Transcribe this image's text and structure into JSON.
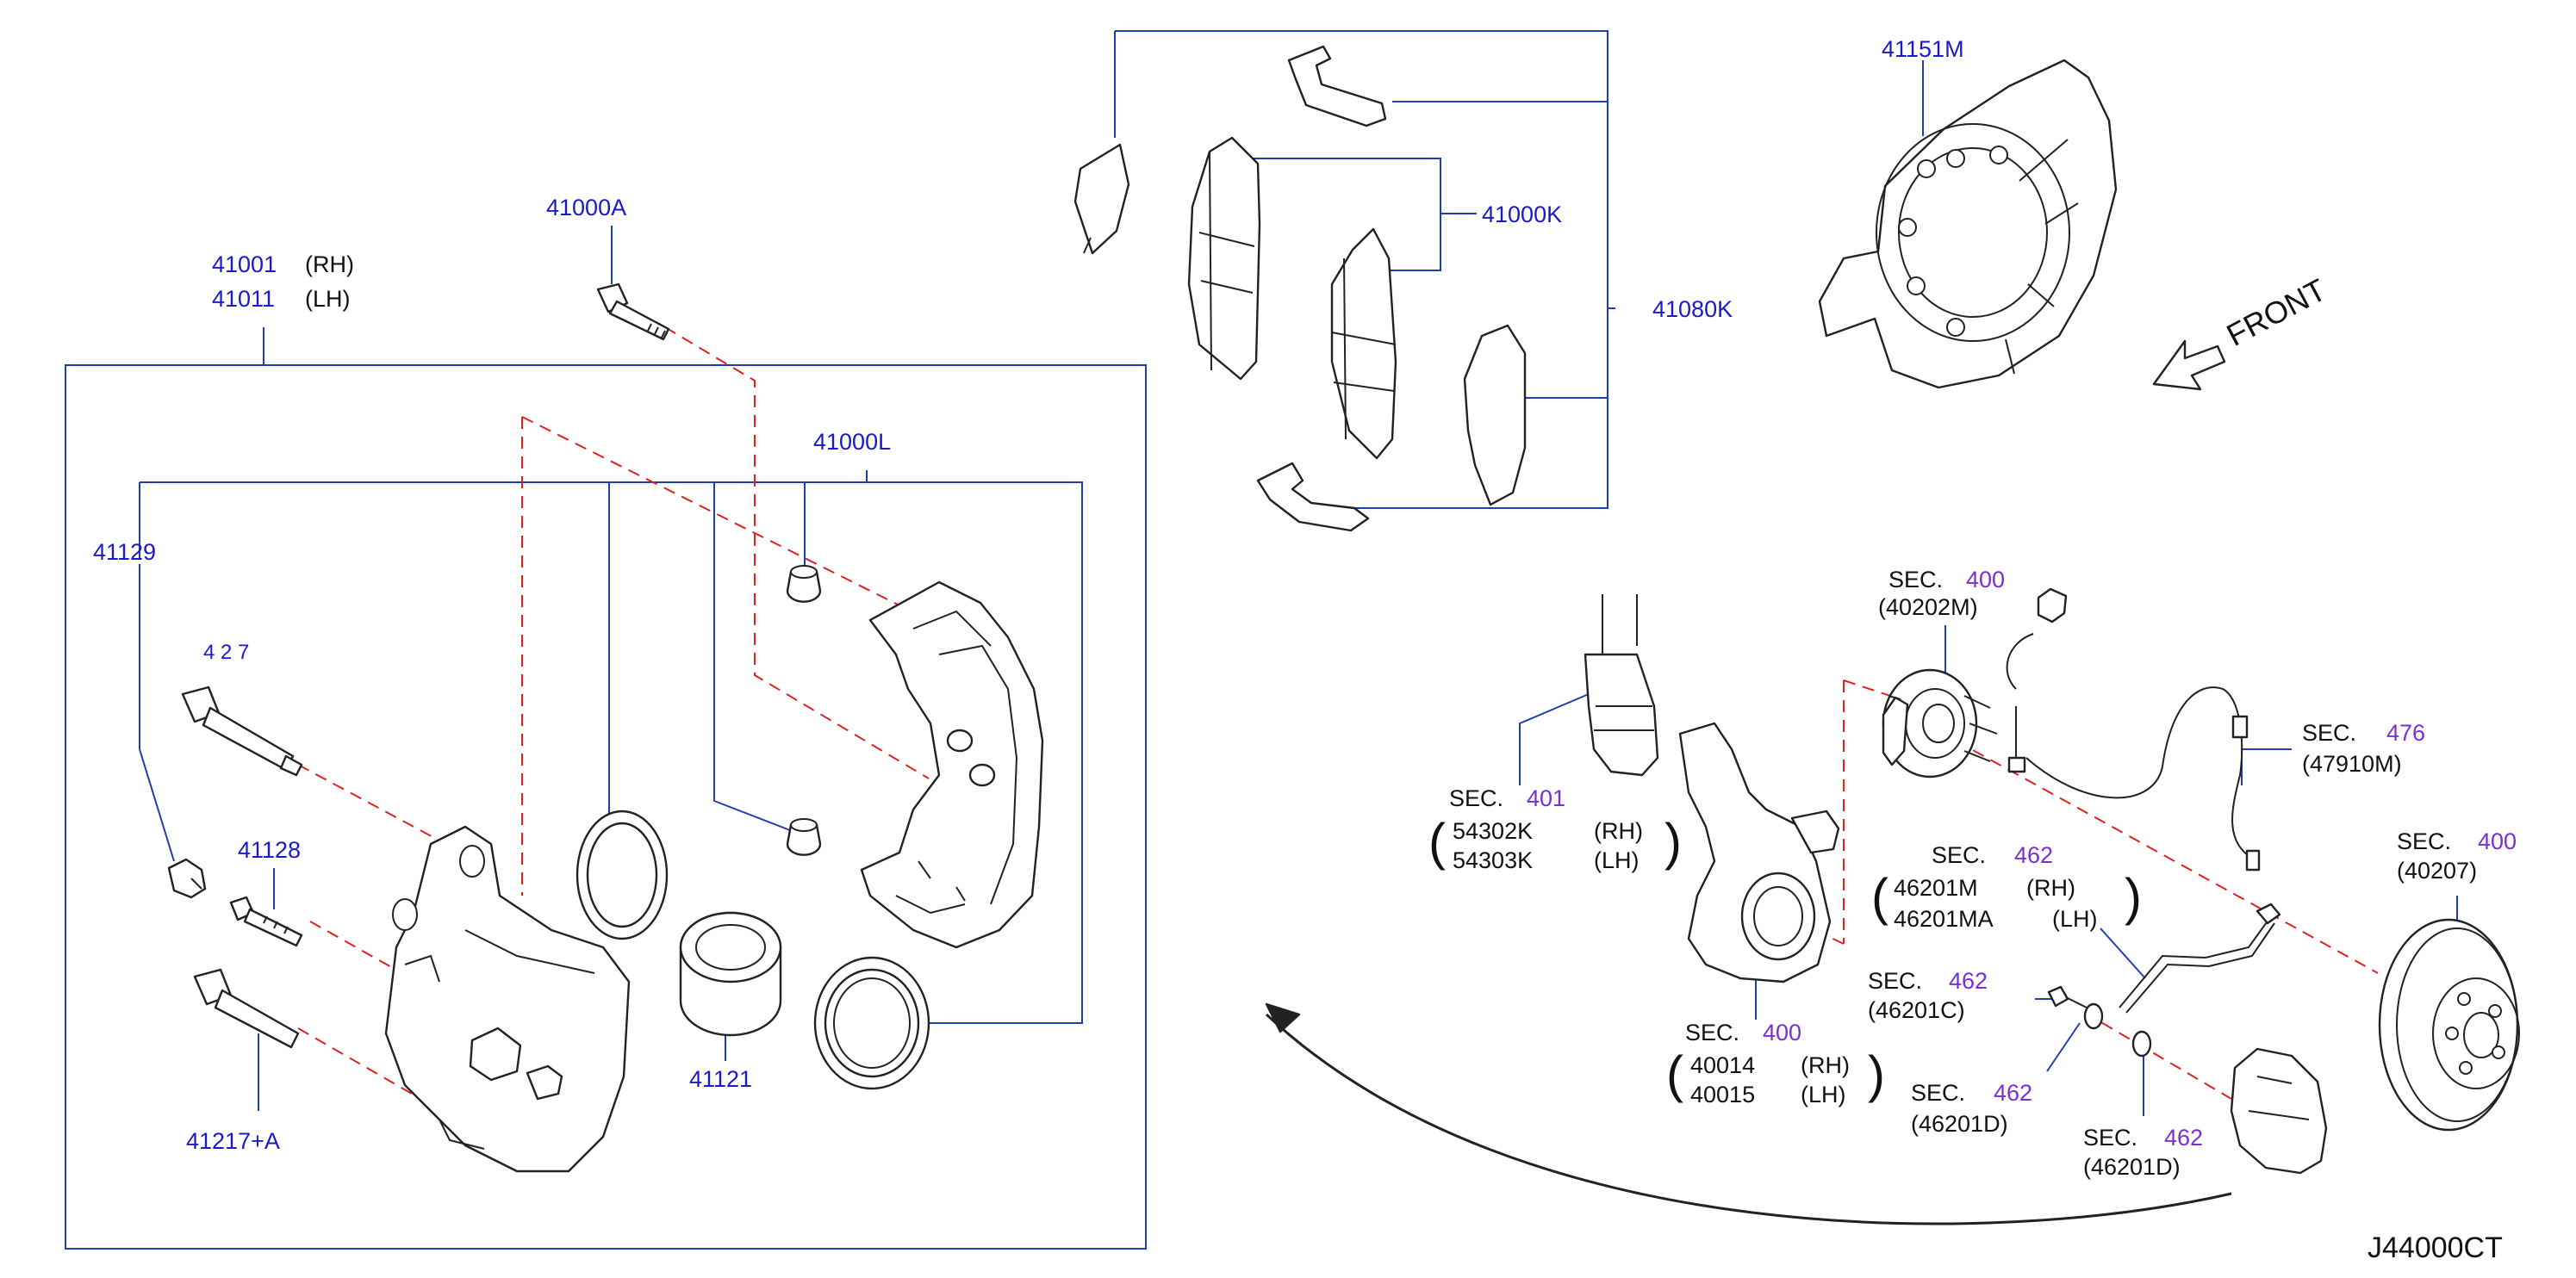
{
  "diagram_id": "J44000CT",
  "front_label": "FRONT",
  "parts": {
    "p41001": "41001",
    "p41001_side": "(RH)",
    "p41011": "41011",
    "p41011_side": "(LH)",
    "p41000A": "41000A",
    "p41000L": "41000L",
    "p41129": "41129",
    "p41217_partial": "4  2  7",
    "p41128": "41128",
    "p41217A": "41217+A",
    "p41121": "41121",
    "p41000K": "41000K",
    "p41080K": "41080K",
    "p41151M": "41151M"
  },
  "sections": {
    "sec_word": "SEC.",
    "s400_top": "400",
    "s400_top_part": "(40202M)",
    "s401": "401",
    "s401_rh": "54302K",
    "s401_rh_side": "(RH)",
    "s401_lh": "54303K",
    "s401_lh_side": "(LH)",
    "s476": "476",
    "s476_part": "(47910M)",
    "s462_a": "462",
    "s462_a_rh": "46201M",
    "s462_a_rh_side": "(RH)",
    "s462_a_lh": "46201MA",
    "s462_a_lh_side": "(LH)",
    "s400_right": "400",
    "s400_right_part": "(40207)",
    "s462_b": "462",
    "s462_b_part": "(46201C)",
    "s400_bottom": "400",
    "s400_bottom_rh": "40014",
    "s400_bottom_rh_side": "(RH)",
    "s400_bottom_lh": "40015",
    "s400_bottom_lh_side": "(LH)",
    "s462_c": "462",
    "s462_c_part": "(46201D)",
    "s462_d": "462",
    "s462_d_part": "(46201D)"
  },
  "colors": {
    "part_number": "#1a1acc",
    "section_number": "#7a2fd6",
    "leader_line": "#1f3fae",
    "dashed_line": "#e02020",
    "drawing": "#222222"
  }
}
